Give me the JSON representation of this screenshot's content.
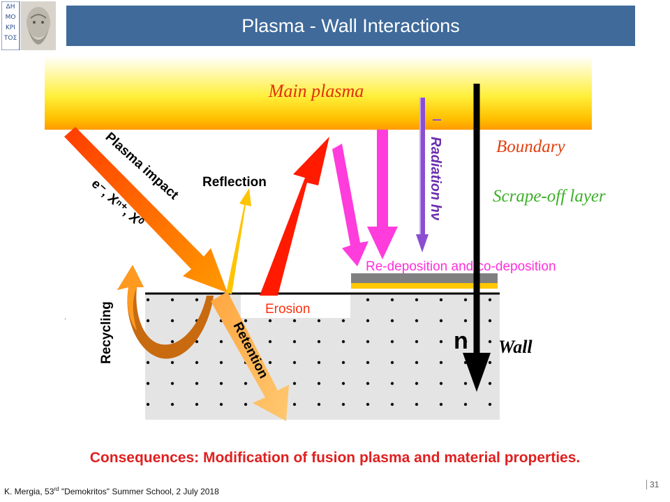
{
  "logo": {
    "letters": "ΔΗΜΟΚΡΙΤΟΣ"
  },
  "header": {
    "title": "Plasma - Wall  Interactions"
  },
  "diagram": {
    "main_plasma": "Main plasma",
    "boundary": "Boundary",
    "scrape_off": "Scrape-off layer",
    "wall": "Wall",
    "normal": "n",
    "plasma_impact": "Plasma impact",
    "species": "e⁻, Xⁿ⁺, X⁰",
    "reflection": "Reflection",
    "recycling": "Recycling",
    "retention": "Retention",
    "erosion": "Erosion",
    "radiation": "Radiation  hν",
    "redeposition": "Re-deposition and co-deposition"
  },
  "consequences": "Consequences: Modification of fusion plasma and material properties.",
  "footer": {
    "author_prefix": "K. Mergia, 53",
    "sup": "rd",
    "rest": " \"Demokritos\" Summer School, 2 July 2018",
    "page": "31"
  },
  "colors": {
    "title_bg": "#3f6a9a",
    "plasma_top": "#ffe600",
    "arrow_red": "#ff1a00",
    "arrow_orange": "#ff8c00",
    "arrow_magenta": "#ff3cdc",
    "arrow_purple": "#8a4fd0",
    "wall_fill": "#e4e4e4"
  }
}
